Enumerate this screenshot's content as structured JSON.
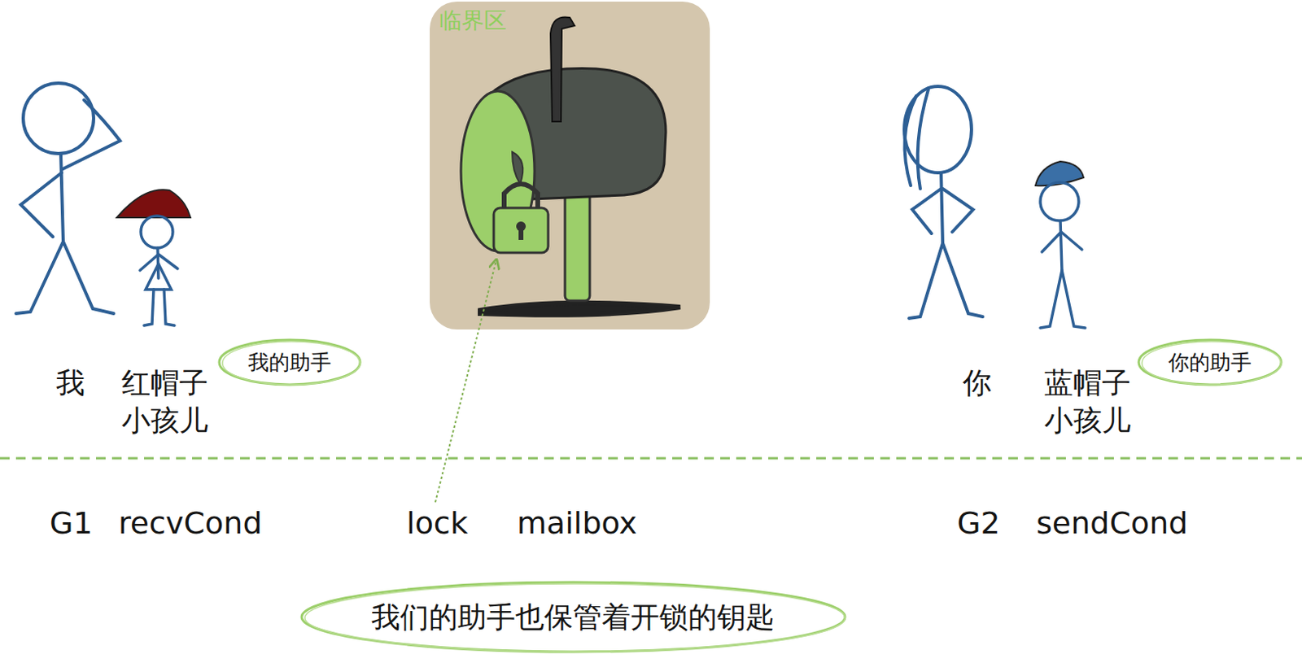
{
  "diagram": {
    "nodes": [
      {
        "text": [
          "临界区"
        ]
      },
      {
        "text": [
          "我的助手"
        ]
      },
      {
        "text": [
          "你的助手"
        ]
      },
      {
        "text": [
          "我们的助手也保管着开锁的钥匙"
        ]
      }
    ],
    "labels": [
      "我",
      "红帽子 小孩儿",
      "你",
      "蓝帽子 小孩儿",
      "G1",
      "recvCond",
      "lock",
      "mailbox",
      "G2",
      "sendCond"
    ]
  }
}
